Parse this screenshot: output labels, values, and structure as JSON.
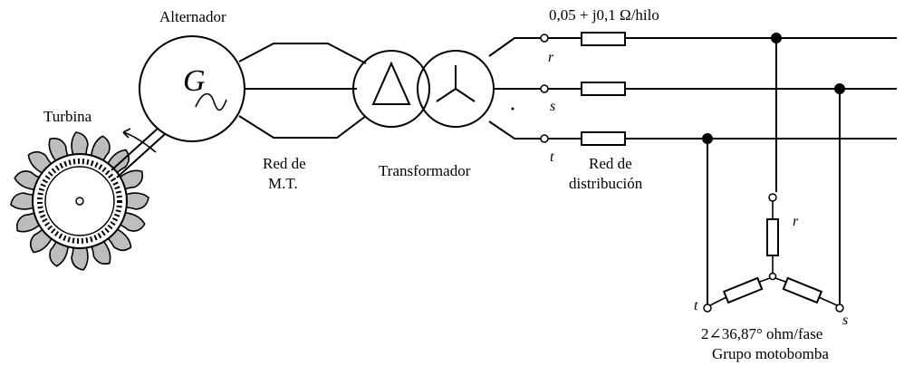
{
  "labels": {
    "alternator": "Alternador",
    "alternator_symbol": "G",
    "turbine": "Turbina",
    "mv_network_line1": "Red de",
    "mv_network_line2": "M.T.",
    "transformer": "Transformador",
    "line_impedance": "0,05 + j0,1 Ω/hilo",
    "distribution_line1": "Red de",
    "distribution_line2": "distribución",
    "phase_r": "r",
    "phase_s": "s",
    "phase_t": "t",
    "load_r": "r",
    "load_s": "s",
    "load_t": "t",
    "load_impedance": "2∠36,87° ohm/fase",
    "load_name": "Grupo motobomba"
  },
  "icons": [
    "turbine-icon",
    "generator-icon",
    "delta-winding-icon",
    "wye-winding-icon"
  ]
}
